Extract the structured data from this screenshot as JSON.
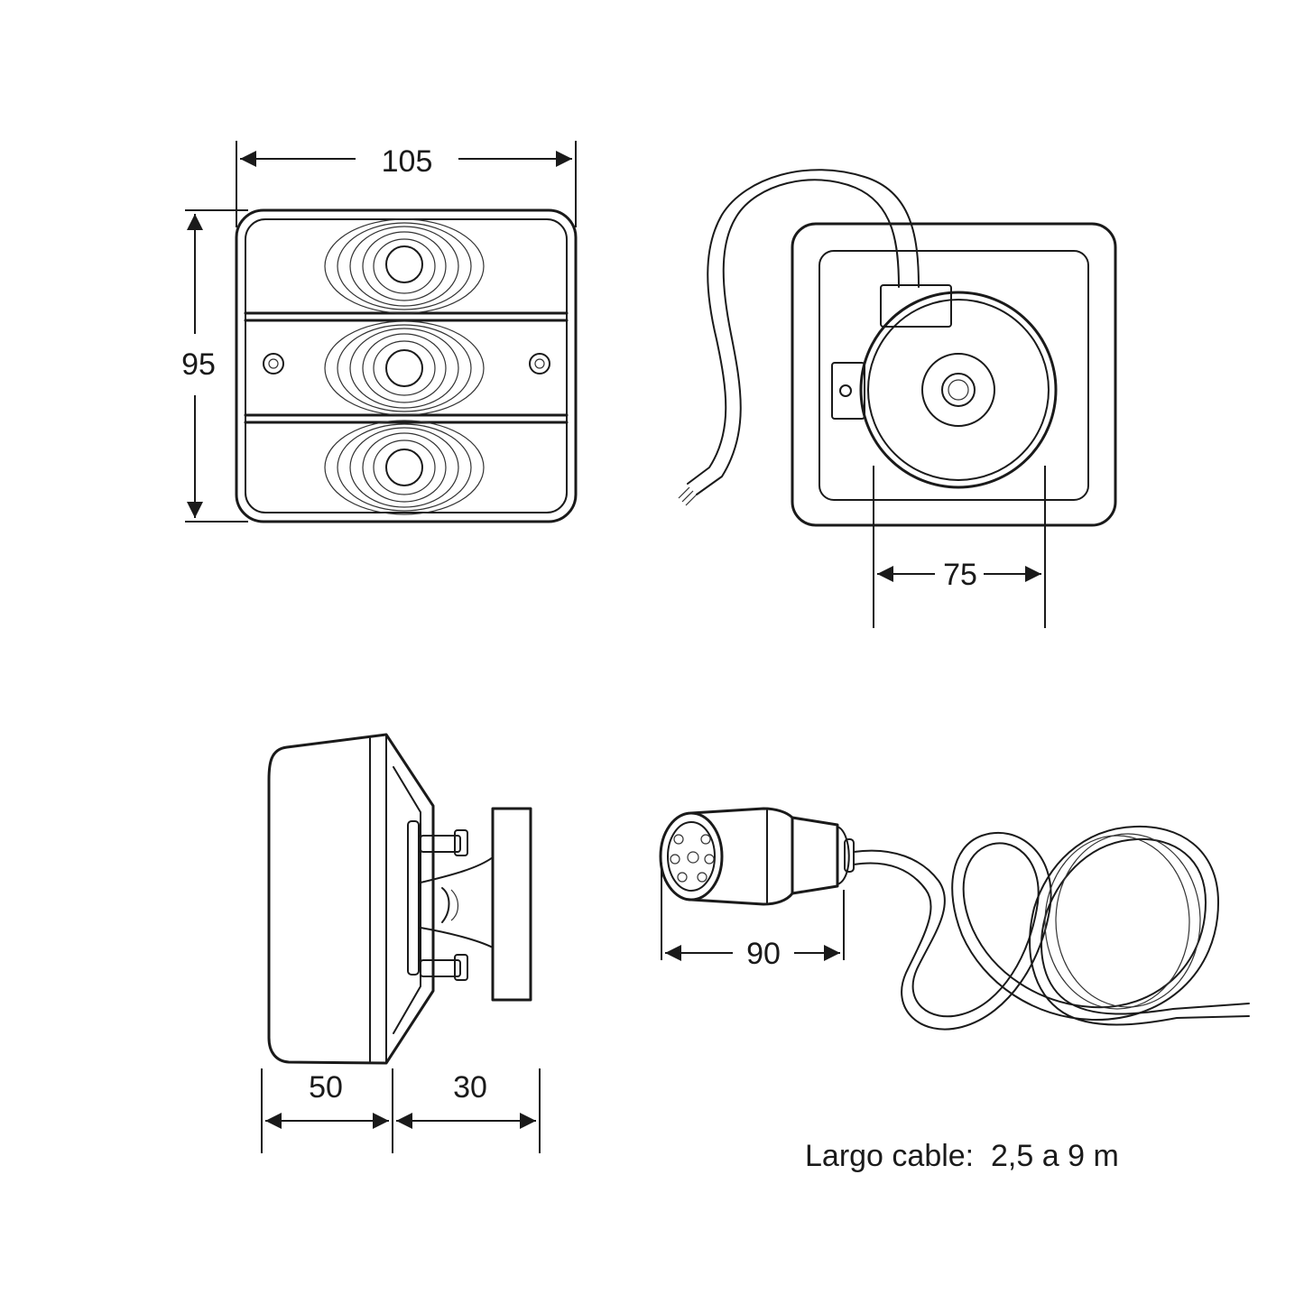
{
  "dimensions": {
    "front_width": "105",
    "front_height": "95",
    "mount_spacing": "75",
    "side_depth_body": "50",
    "side_depth_mount": "30",
    "plug_length": "90"
  },
  "note": {
    "cable_length": "Largo cable:  2,5 a 9 m"
  },
  "colors": {
    "line": "#1a1a1a",
    "background": "#ffffff"
  }
}
